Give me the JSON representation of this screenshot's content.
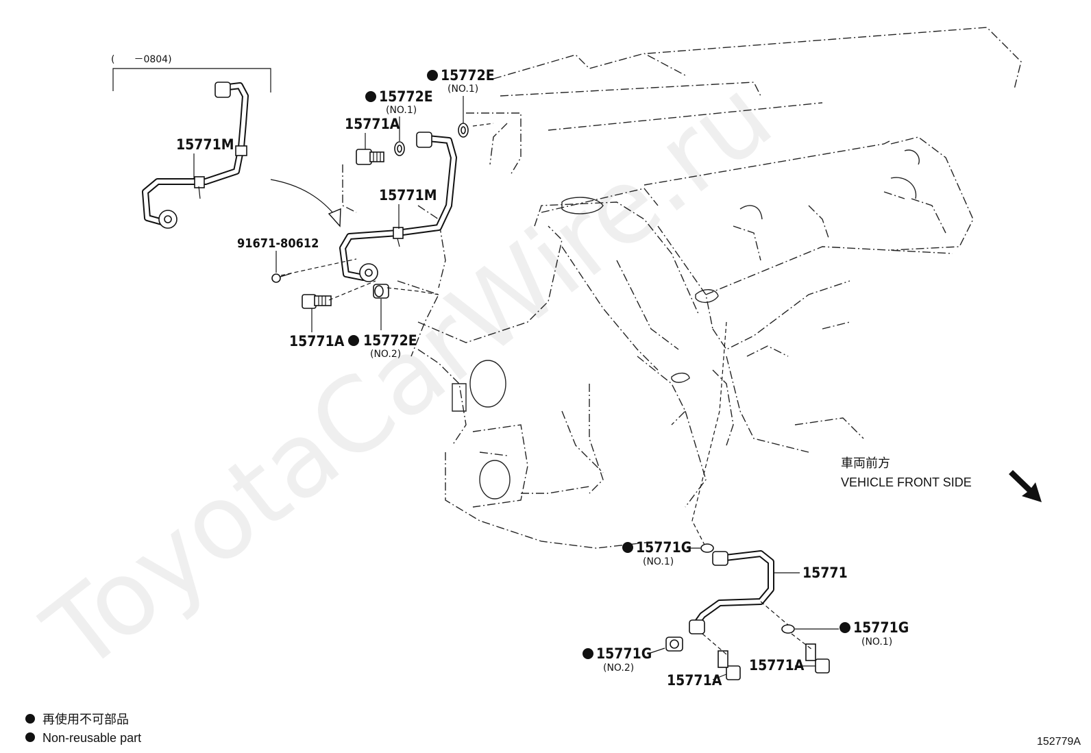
{
  "bracket": {
    "date_range": "(　　－0804)"
  },
  "labels": {
    "p15771M_top": "15771M",
    "p15771M_mid": "15771M",
    "p91671": "91671-80612",
    "p15771A_left": "15771A",
    "p15771A_topleft": "15771A",
    "p15772E_a": "15772E",
    "p15772E_a_sub": "(NO.1)",
    "p15772E_b": "15772E",
    "p15772E_b_sub": "(NO.1)",
    "p15772E_c": "15772E",
    "p15772E_c_sub": "(NO.2)",
    "p15771G_a": "15771G",
    "p15771G_a_sub": "(NO.1)",
    "p15771": "15771",
    "p15771G_b": "15771G",
    "p15771G_b_sub": "(NO.1)",
    "p15771G_c": "15771G",
    "p15771G_c_sub": "(NO.2)",
    "p15771A_r1": "15771A",
    "p15771A_r2": "15771A"
  },
  "direction": {
    "jp": "車両前方",
    "en": "VEHICLE FRONT SIDE",
    "icon": "arrow-down-right-icon"
  },
  "legend": {
    "bullet_icon": "filled-circle-icon",
    "jp": "再使用不可部品",
    "en": "Non-reusable part"
  },
  "watermark": "ToyotaCarWire.ru",
  "figure_id": "152779A"
}
